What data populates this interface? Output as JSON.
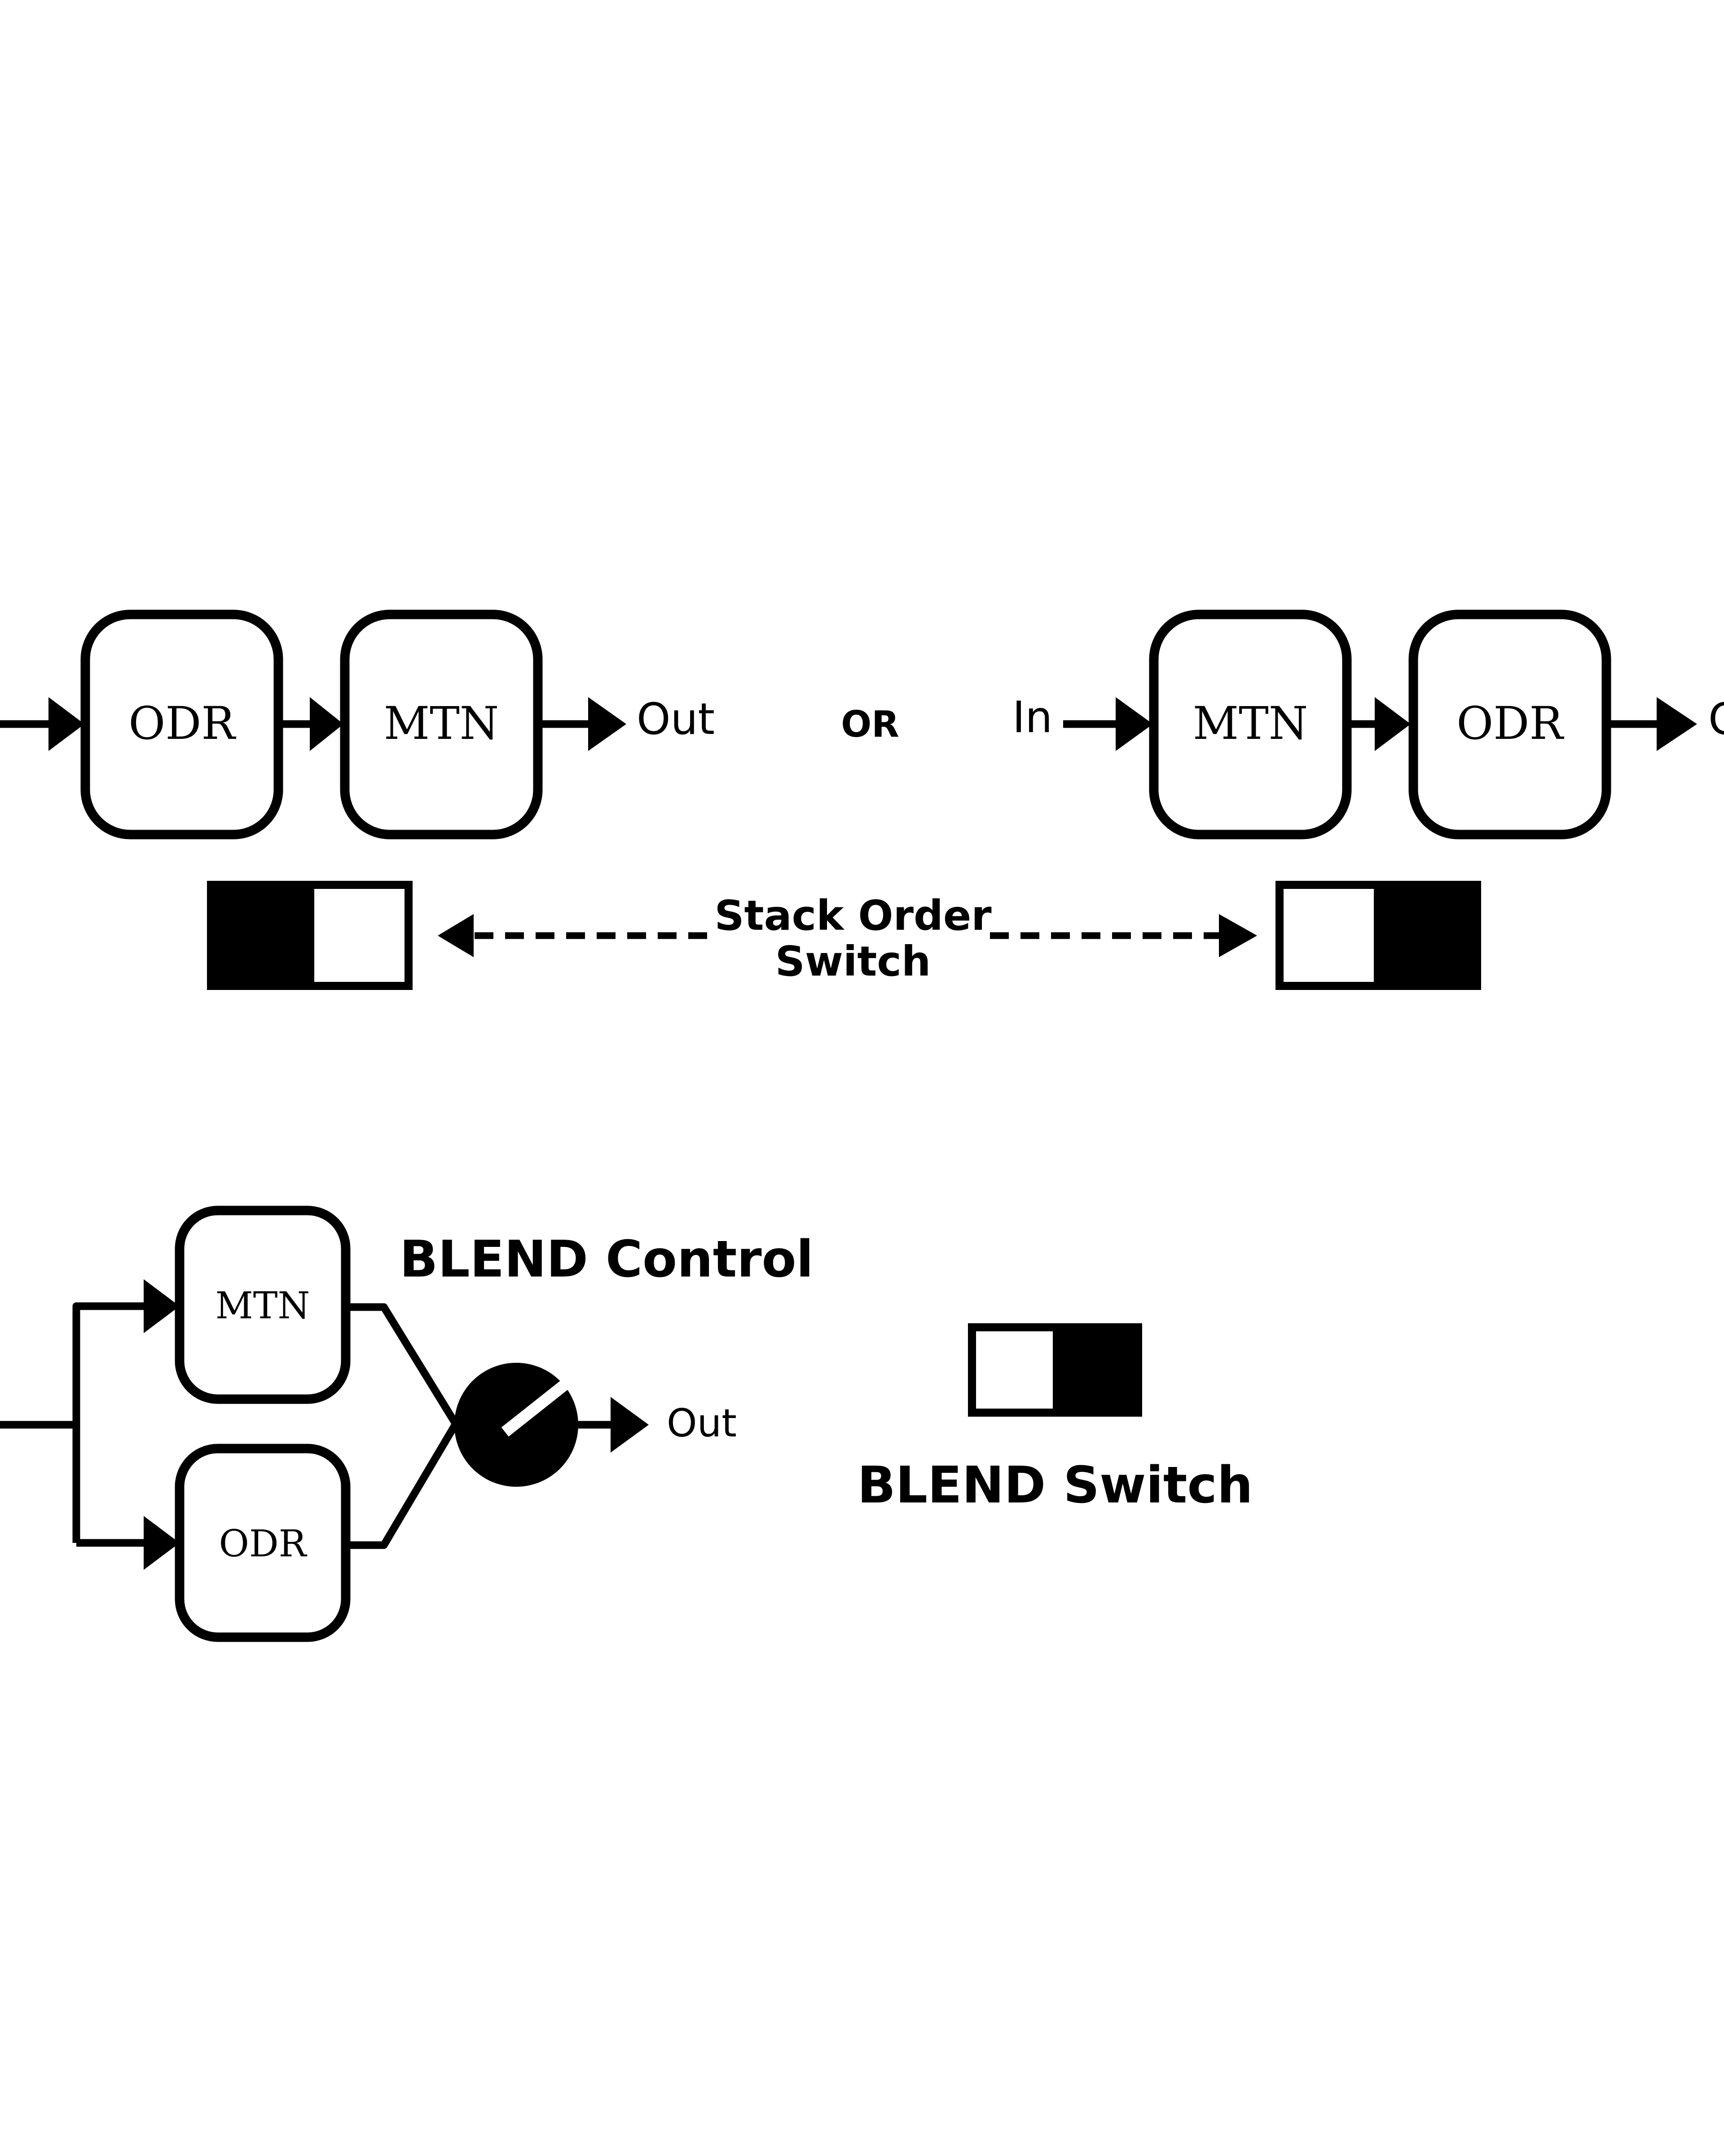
{
  "diagram": {
    "series_path": {
      "labels": {
        "odr": "ODR",
        "mtn": "MTN",
        "out": "Out",
        "or": "OR",
        "in": "In"
      }
    },
    "stack_order_switch": {
      "label_line1": "Stack Order",
      "label_line2": "Switch"
    },
    "blend_path": {
      "labels": {
        "mtn": "MTN",
        "odr": "ODR",
        "out": "Out"
      },
      "blend_control_label": "BLEND Control",
      "blend_switch_label": "BLEND Switch"
    },
    "colors": {
      "ink": "#000000",
      "paper": "#ffffff"
    }
  }
}
